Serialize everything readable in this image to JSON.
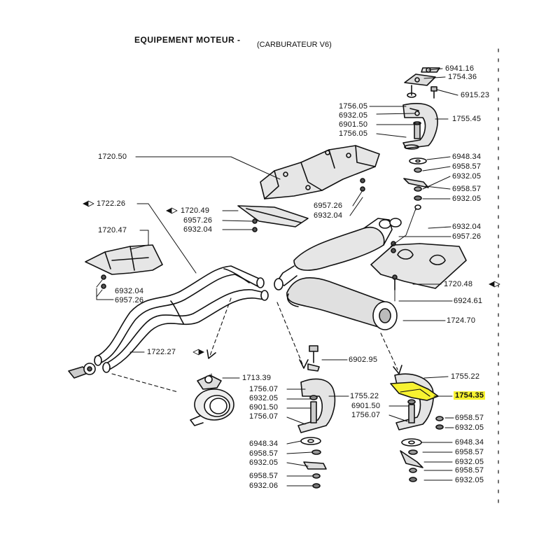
{
  "header": {
    "title": "EQUIPEMENT MOTEUR -",
    "subtitle": "(CARBURATEUR V6)"
  },
  "highlight_color": "#f7f230",
  "highlighted_part": "1754.35",
  "labels": {
    "p6941_16": "6941.16",
    "p1754_36": "1754.36",
    "p6915_23": "6915.23",
    "p1756_05a": "1756.05",
    "p6932_05a": "6932.05",
    "p6901_50a": "6901.50",
    "p1756_05b": "1756.05",
    "p1755_45": "1755.45",
    "p1720_50": "1720.50",
    "p6948_34a": "6948.34",
    "p6958_57a": "6958.57",
    "p6932_05b": "6932.05",
    "p6958_57b": "6958.57",
    "p6932_05c": "6932.05",
    "p1722_26": "1722.26",
    "p6957_26a": "6957.26",
    "p6932_04a": "6932.04",
    "p1720_49": "1720.49",
    "p6957_26b": "6957.26",
    "p6932_04b": "6932.04",
    "p6932_04c": "6932.04",
    "p6957_26c": "6957.26",
    "p1720_47": "1720.47",
    "p1720_48": "1720.48",
    "p6932_04d": "6932.04",
    "p6957_26d": "6957.26",
    "p6924_61": "6924.61",
    "p1724_70": "1724.70",
    "p6902_95": "6902.95",
    "p1722_27": "1722.27",
    "p1713_39": "1713.39",
    "p1756_07a": "1756.07",
    "p6932_05d": "6932.05",
    "p6901_50b": "6901.50",
    "p1756_07b": "1756.07",
    "p1755_22a": "1755.22",
    "p1755_22b": "1755.22",
    "p1754_35": "1754.35",
    "p6901_50c": "6901.50",
    "p1756_07c": "1756.07",
    "p6958_57c": "6958.57",
    "p6932_05e": "6932.05",
    "p6948_34b": "6948.34",
    "p6958_57d": "6958.57",
    "p6932_05f": "6932.05",
    "p6958_57e": "6958.57",
    "p6932_05g": "6932.05",
    "p6948_34c": "6948.34",
    "p6958_57f": "6958.57",
    "p6932_05h": "6932.05",
    "p6958_57g": "6958.57",
    "p6932_06": "6932.06"
  }
}
